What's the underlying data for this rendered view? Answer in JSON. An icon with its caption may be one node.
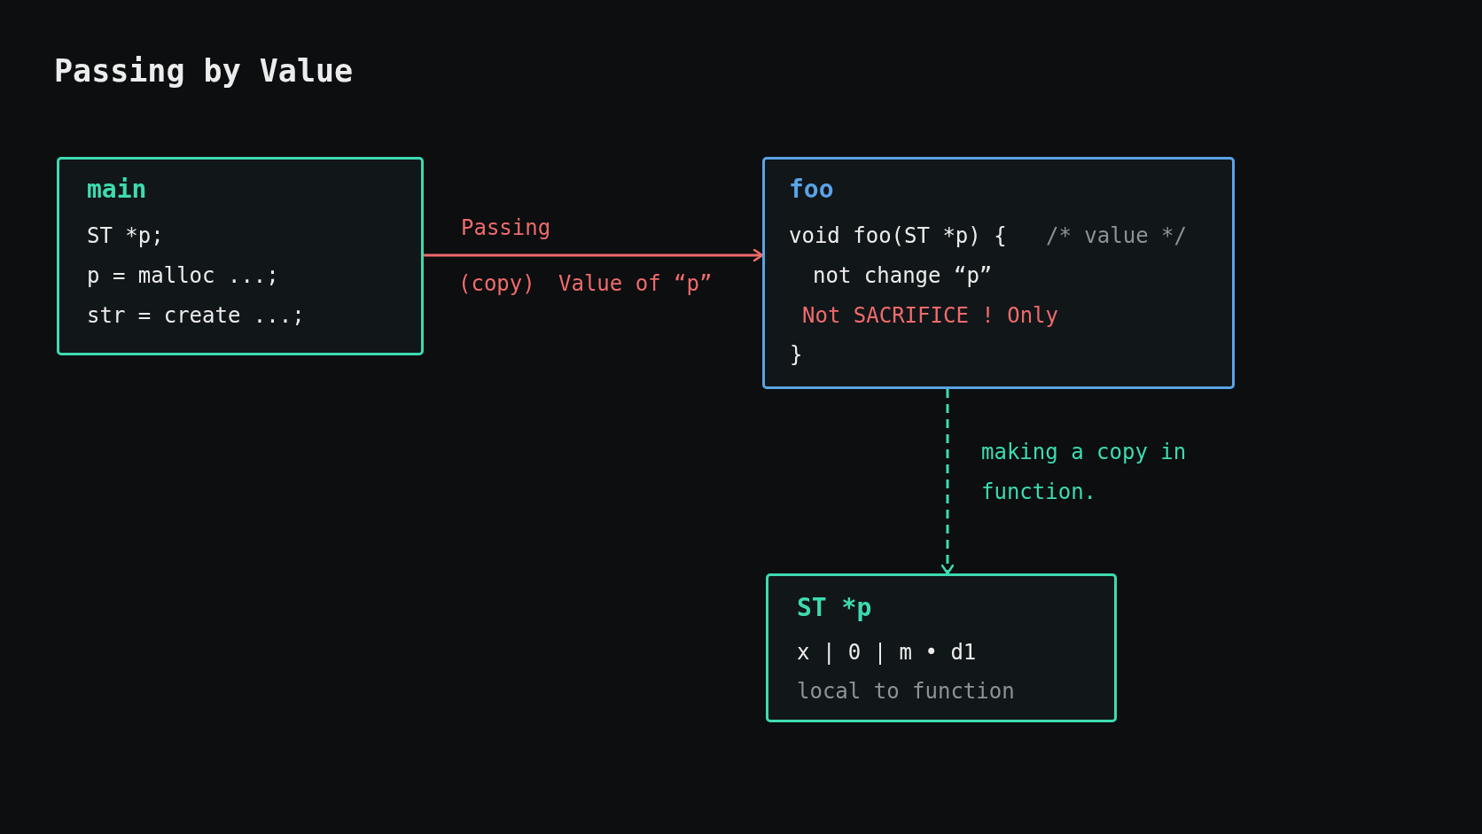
{
  "diagram": {
    "title": "Passing by Value",
    "nodes": [
      {
        "text": [
          "main",
          "ST *p;",
          "p = malloc ...;",
          "str = create ...;"
        ]
      },
      {
        "text": [
          "foo",
          "void foo(ST *p) {",
          "/* value */",
          "not change “p”",
          "Not SACRIFICE ! Only",
          "}"
        ]
      },
      {
        "text": [
          "ST *p",
          "x | 0 | m • d1",
          "local to function"
        ]
      }
    ],
    "edges": [
      {
        "from": 0,
        "to": 1,
        "arrow": "to",
        "label": "Passing",
        "color": "#f06b6b"
      },
      {
        "from": 1,
        "to": 2,
        "arrow": "to",
        "label": "making a copy in function.",
        "style": "dashed",
        "color": "#3ddbb0"
      }
    ],
    "labels": [
      "(copy)",
      "Value of “p”"
    ]
  }
}
